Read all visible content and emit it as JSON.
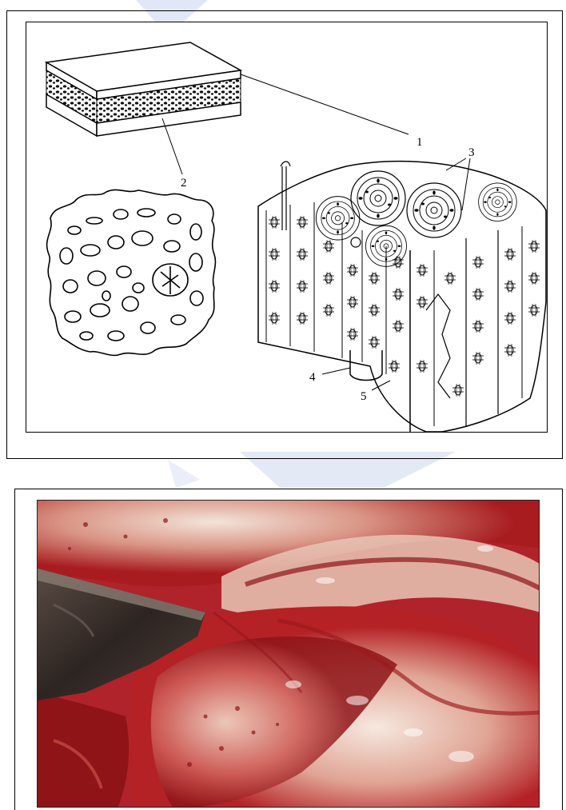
{
  "figure": {
    "labels": [
      {
        "id": "1",
        "text": "1"
      },
      {
        "id": "2",
        "text": "2"
      },
      {
        "id": "3",
        "text": "3"
      },
      {
        "id": "4",
        "text": "4"
      },
      {
        "id": "5",
        "text": "5"
      }
    ]
  },
  "colors": {
    "watermark": "#c9d4ee",
    "tissue_dark": "#8e1418",
    "tissue_mid": "#c2262a",
    "tissue_light": "#eab7a8",
    "bone_white": "#f3e4da",
    "instrument": "#3a302c"
  }
}
